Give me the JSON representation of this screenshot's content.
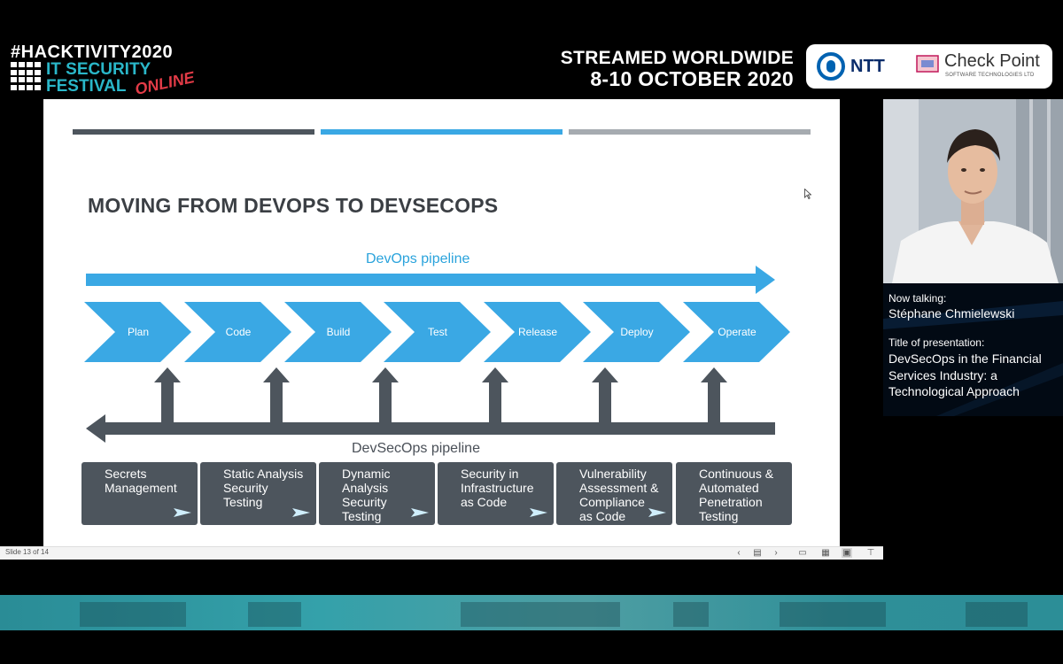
{
  "header": {
    "event_line1": "#HACKTIVITY2020",
    "event_line2": "IT SECURITY",
    "event_line3": "FESTIVAL",
    "event_online": "ONLINE",
    "streamed_line1": "STREAMED WORLDWIDE",
    "streamed_line2": "8-10 OCTOBER 2020",
    "sponsor1": "NTT",
    "sponsor2": "Check Point",
    "sponsor2_sub": "SOFTWARE TECHNOLOGIES LTD"
  },
  "slide": {
    "title": "MOVING FROM DEVOPS TO DEVSECOPS",
    "devops_label": "DevOps pipeline",
    "devsecops_label": "DevSecOps pipeline",
    "stages": [
      "Plan",
      "Code",
      "Build",
      "Test",
      "Release",
      "Deploy",
      "Operate"
    ],
    "security_boxes": [
      [
        "Secrets",
        "Management"
      ],
      [
        "Static Analysis",
        "Security",
        "Testing"
      ],
      [
        "Dynamic",
        "Analysis",
        "Security",
        "Testing"
      ],
      [
        "Security in",
        "Infrastructure",
        "as Code"
      ],
      [
        "Vulnerability",
        "Assessment &",
        "Compliance",
        "as Code"
      ],
      [
        "Continuous &",
        "Automated",
        "Penetration",
        "Testing"
      ]
    ],
    "colors": {
      "blue": "#3aa8e4",
      "slate": "#4d555d",
      "grey": "#a6abb0"
    }
  },
  "statusbar": {
    "slide_counter": "Slide 13 of 14"
  },
  "speaker": {
    "now_label": "Now talking:",
    "name": "Stéphane Chmielewski",
    "title_label": "Title of presentation:",
    "presentation_title": "DevSecOps in the Financial Services Industry: a Technological Approach"
  }
}
